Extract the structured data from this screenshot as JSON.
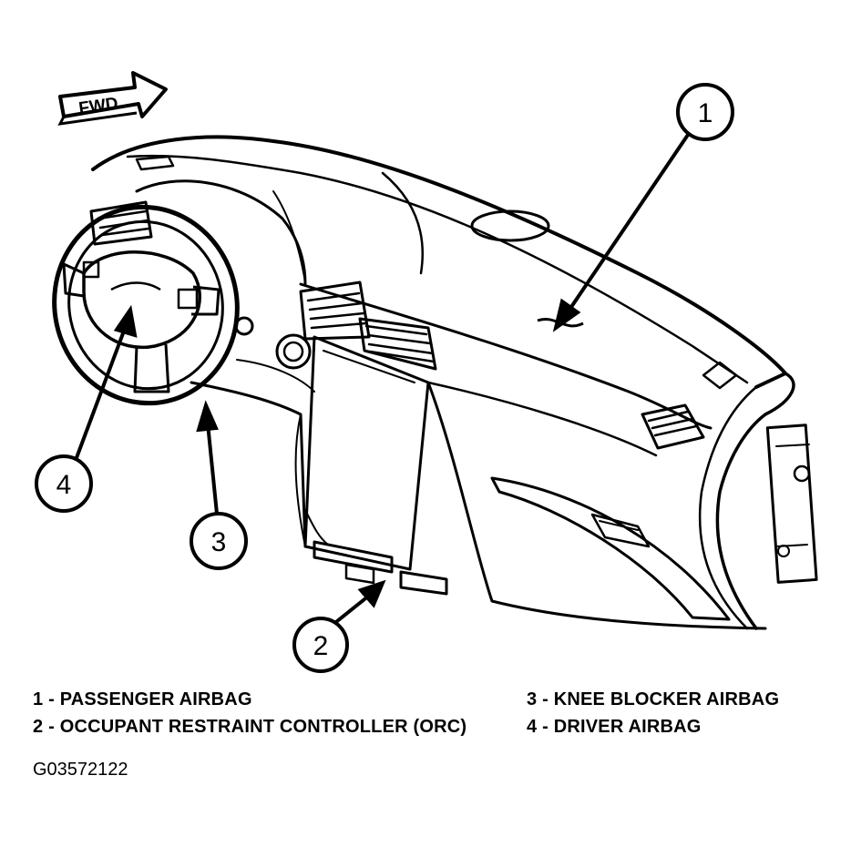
{
  "fwd_label": "FWD",
  "callouts": [
    {
      "number": "1",
      "name": "PASSENGER AIRBAG"
    },
    {
      "number": "2",
      "name": "OCCUPANT RESTRAINT CONTROLLER (ORC)"
    },
    {
      "number": "3",
      "name": "KNEE BLOCKER AIRBAG"
    },
    {
      "number": "4",
      "name": "DRIVER AIRBAG"
    }
  ],
  "legend": {
    "item1": "1 - PASSENGER AIRBAG",
    "item2": "2 - OCCUPANT RESTRAINT CONTROLLER (ORC)",
    "item3": "3 - KNEE BLOCKER AIRBAG",
    "item4": "4 - DRIVER AIRBAG"
  },
  "figure_code": "G03572122",
  "colors": {
    "line": "#000000",
    "background": "#ffffff"
  }
}
